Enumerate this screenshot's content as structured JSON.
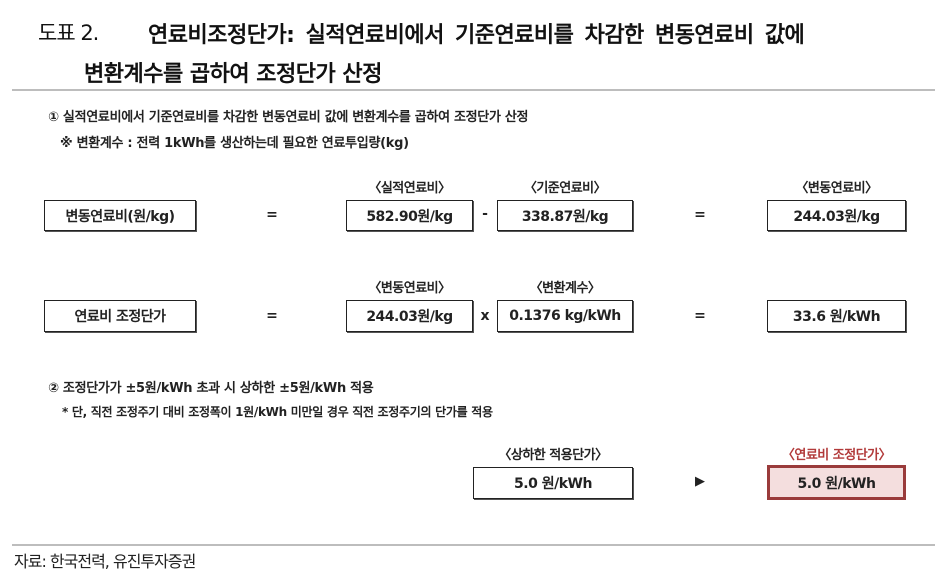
{
  "header": {
    "prefix": "도표 2.",
    "title_line1": "연료비조정단가:   실적연료비에서   기준연료비를   차감한   변동연료비   값에",
    "title_line2": "변환계수를 곱하여 조정단가 산정"
  },
  "notes": {
    "step1": "① 실적연료비에서 기준연료비를 차감한 변동연료비 값에 변환계수를 곱하여 조정단가 산정",
    "step1_sub": "※ 변환계수 : 전력 1kWh를 생산하는데 필요한 연료투입량(kg)",
    "step2": "② 조정단가가 ±5원/kWh 초과 시 상하한 ±5원/kWh 적용",
    "step2_sub": "* 단, 직전 조정주기 대비 조정폭이 1원/kWh 미만일 경우 직전 조정주기의 단가를 적용"
  },
  "row1": {
    "label": "변동연료비(원/kg)",
    "eq1": "=",
    "cap_a": "〈실적연료비〉",
    "val_a": "582.90원/kg",
    "op": "-",
    "cap_b": "〈기준연료비〉",
    "val_b": "338.87원/kg",
    "eq2": "=",
    "cap_result": "〈변동연료비〉",
    "result": "244.03원/kg"
  },
  "row2": {
    "label": "연료비 조정단가",
    "eq1": "=",
    "cap_a": "〈변동연료비〉",
    "val_a": "244.03원/kg",
    "op": "x",
    "cap_b": "〈변환계수〉",
    "val_b": "0.1376 kg/kWh",
    "eq2": "=",
    "result": "33.6 원/kWh"
  },
  "row3": {
    "cap_a": "〈상하한 적용단가〉",
    "val_a": "5.0 원/kWh",
    "arrow": "▶",
    "cap_result": "〈연료비 조정단가〉",
    "result": "5.0 원/kWh"
  },
  "colors": {
    "highlight_border": "#9a3b3b",
    "highlight_fill": "#f4dede",
    "highlight_caption": "#b23a3a",
    "rule": "#bdbdbd"
  },
  "footer": {
    "source": "자료: 한국전력, 유진투자증권"
  }
}
